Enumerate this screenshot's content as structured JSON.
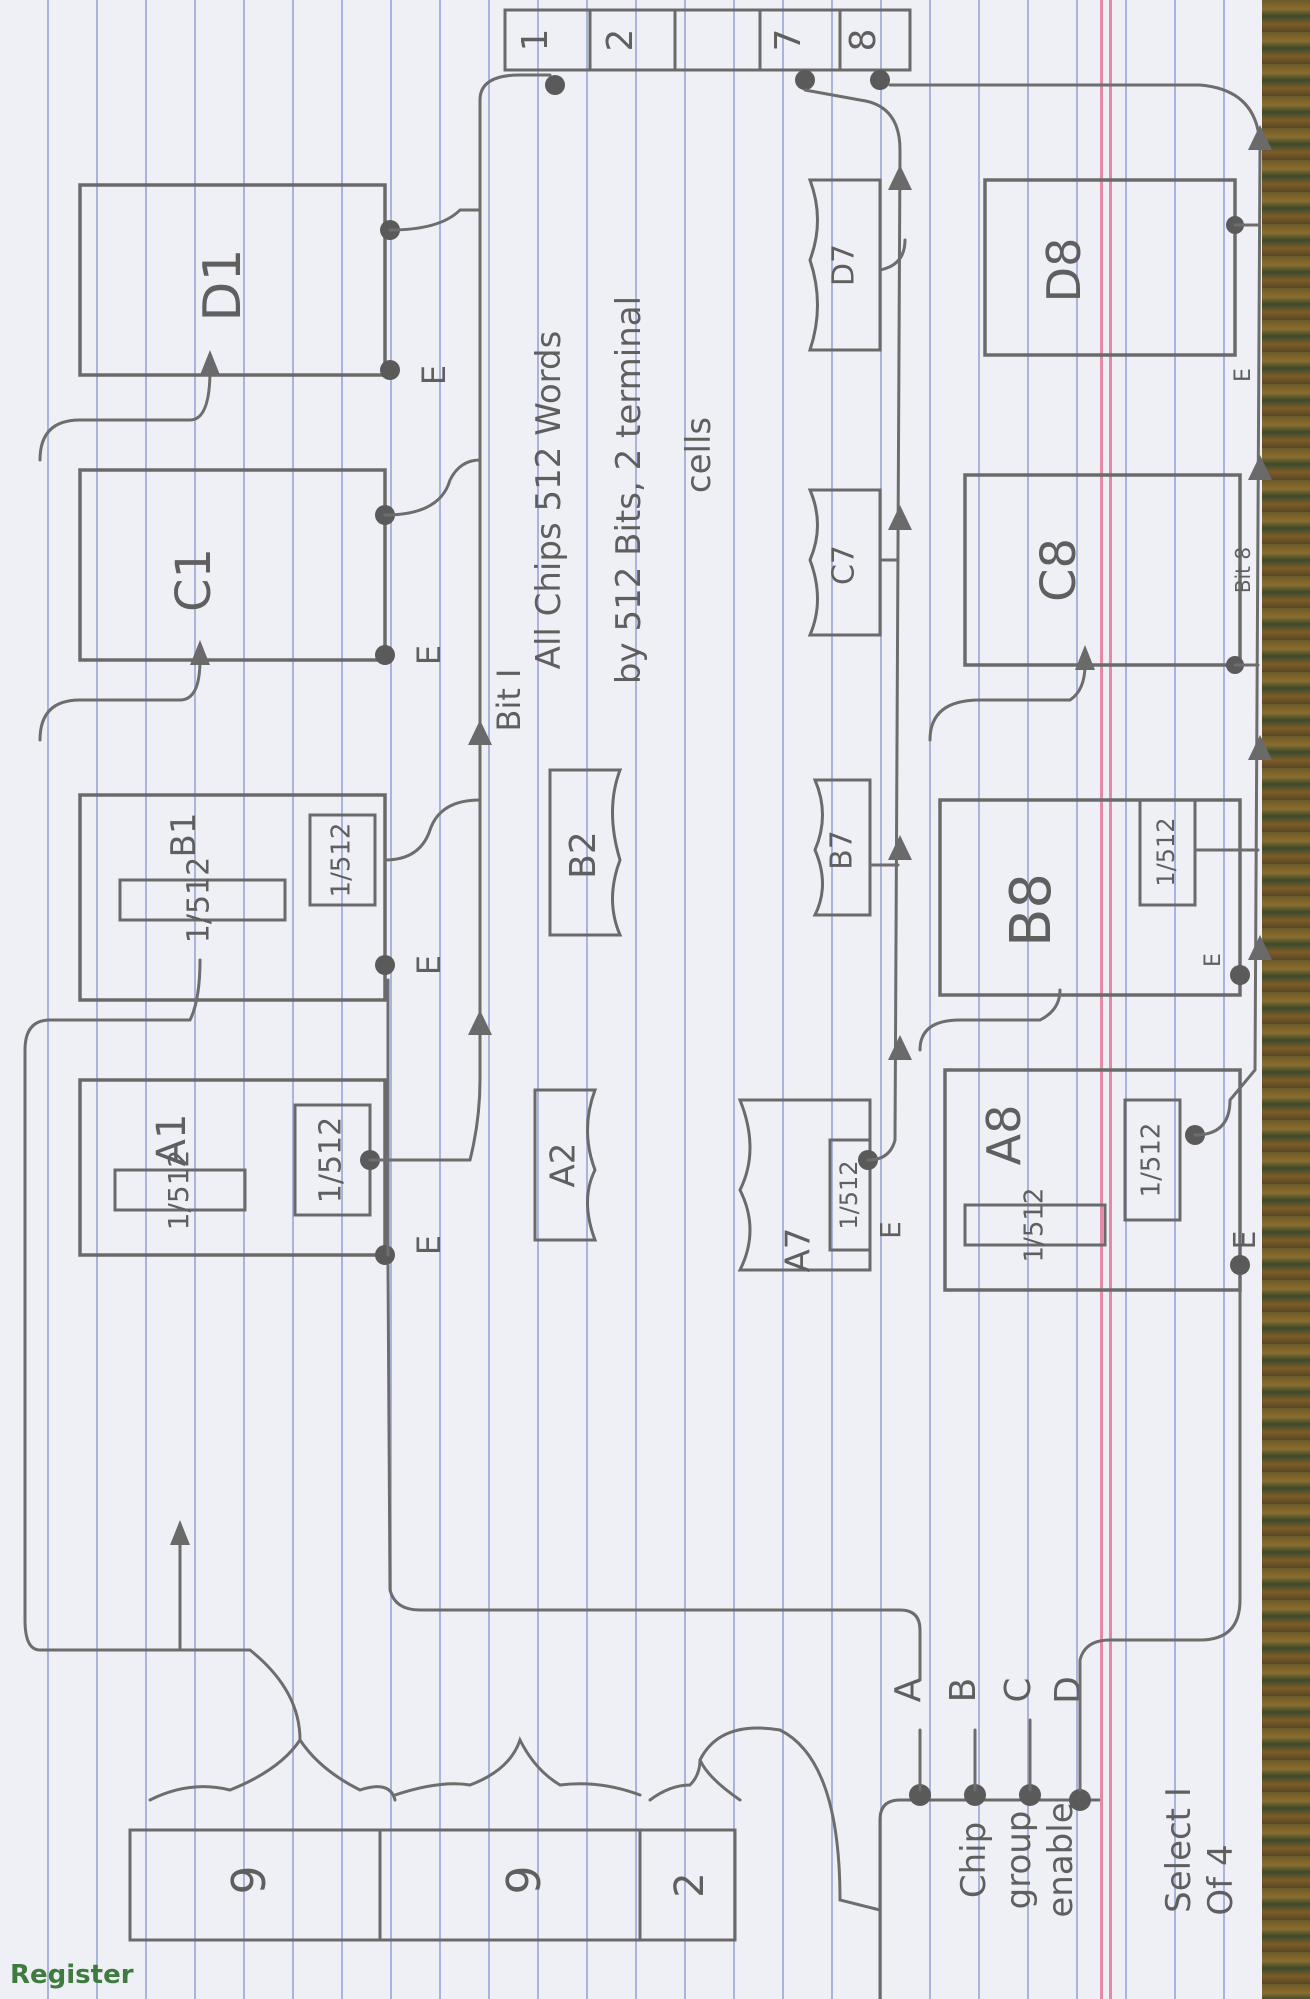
{
  "footer_label": "Register",
  "register": {
    "fields": [
      "9",
      "9",
      "2"
    ],
    "select_label_1": "Select I",
    "select_label_2": "Of 4"
  },
  "chip_group_enable": {
    "lines": [
      "Chip",
      "group",
      "enable"
    ],
    "outputs": [
      "A",
      "B",
      "C",
      "D"
    ]
  },
  "output_register": {
    "cells": [
      "1",
      "2",
      "",
      "7",
      "8"
    ]
  },
  "chips": {
    "A1": {
      "name": "A1",
      "row_addr": "1/512",
      "col_addr": "1/512",
      "enable": "E"
    },
    "B1": {
      "name": "B1",
      "row_addr": "1/512",
      "col_addr": "1/512",
      "enable": "E"
    },
    "C1": {
      "name": "C1",
      "enable": "E"
    },
    "D1": {
      "name": "D1",
      "enable": "E"
    },
    "A2": {
      "name": "A2"
    },
    "B2": {
      "name": "B2"
    },
    "A7": {
      "name": "A7",
      "col_addr": "1/512",
      "enable": "E"
    },
    "B7": {
      "name": "B7"
    },
    "C7": {
      "name": "C7"
    },
    "D7": {
      "name": "D7"
    },
    "A8": {
      "name": "A8",
      "row_addr": "1/512",
      "col_addr": "1/512",
      "enable": "E"
    },
    "B8": {
      "name": "B8",
      "col_addr": "1/512",
      "enable": "E"
    },
    "C8": {
      "name": "C8"
    },
    "D8": {
      "name": "D8",
      "enable": "E"
    }
  },
  "bit_labels": {
    "bit1": "Bit I",
    "bit8": "Bit 8"
  },
  "note": {
    "line1": "All Chips 512 Words",
    "line2": "by 512 Bits, 2 terminal",
    "line3": "cells"
  }
}
